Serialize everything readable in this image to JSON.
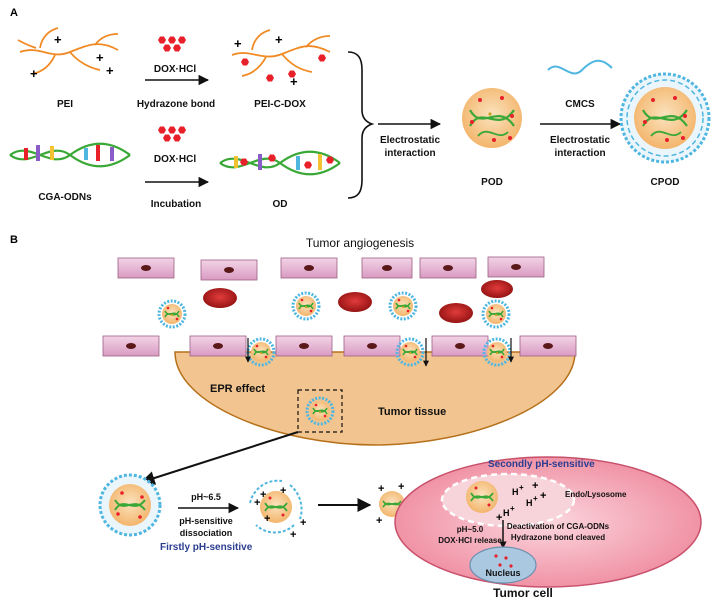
{
  "panel_a": {
    "letter": "A",
    "pei": "PEI",
    "dox_top": "DOX·HCl",
    "hydrazone": "Hydrazone bond",
    "pei_c_dox": "PEI-C-DOX",
    "cga": "CGA-ODNs",
    "dox_bottom": "DOX·HCl",
    "incubation": "Incubation",
    "od": "OD",
    "electrostatic1_line1": "Electrostatic",
    "electrostatic1_line2": "interaction",
    "pod": "POD",
    "cmcs": "CMCS",
    "electrostatic2_line1": "Electrostatic",
    "electrostatic2_line2": "interaction",
    "cpod": "CPOD"
  },
  "panel_b": {
    "letter": "B",
    "title": "Tumor angiogenesis",
    "epr": "EPR effect",
    "tumor_tissue": "Tumor tissue",
    "ph65": "pH~6.5",
    "ph_sens_line1": "pH-sensitive",
    "ph_sens_line2": "dissociation",
    "firstly": "Firstly pH-sensitive",
    "secondly": "Secondly pH-sensitive",
    "endo": "Endo/Lysosome",
    "ph50": "pH~5.0",
    "dox_release": "DOX·HCl  release",
    "deact_line1": "Deactivation of CGA-ODNs",
    "deact_line2": "Hydrazone bond cleaved",
    "nucleus": "Nucleus",
    "tumor_cell": "Tumor cell"
  },
  "colors": {
    "pei_orange": "#f08a24",
    "dox_red": "#e8202a",
    "dna_green": "#3aa836",
    "cmcs_blue": "#4fb6e0",
    "core_fill": "#f7c98a",
    "endothelial": "#e9b7d5",
    "tumor_tissue": "#f2c48f",
    "tumor_cell": "#f4a6b4",
    "nucleus": "#aac8e0",
    "rbc": "#b81d1d"
  }
}
